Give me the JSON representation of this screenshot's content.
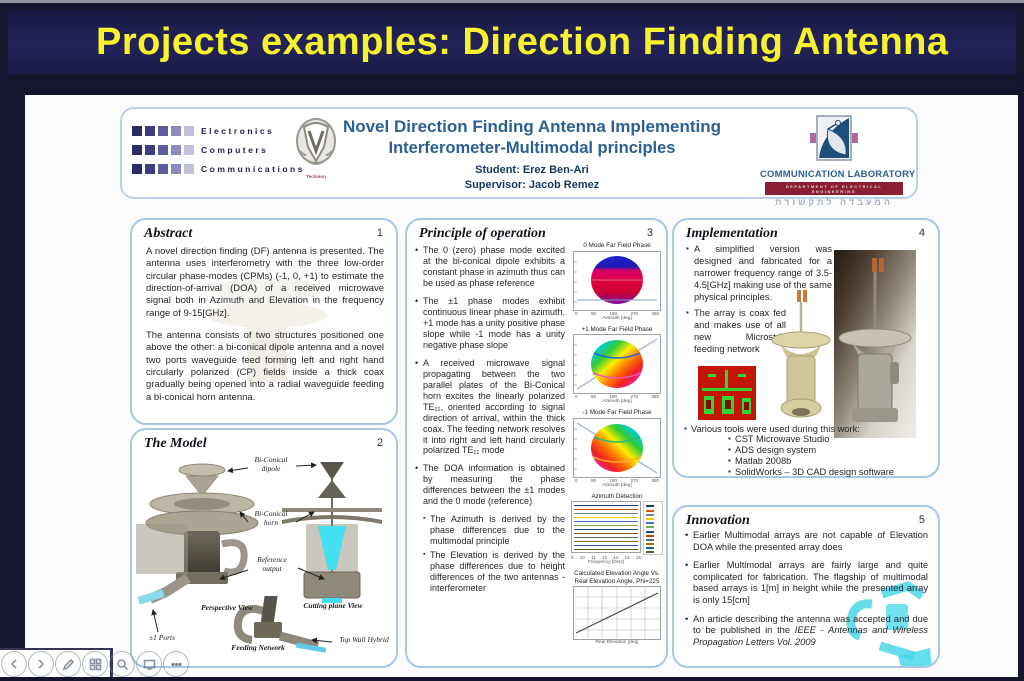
{
  "slide": {
    "title": "Projects examples: Direction Finding Antenna"
  },
  "colors": {
    "band_navy": "#1d1d4e",
    "title_yellow": "#f6f32c",
    "poster_blue": "#2c6094",
    "box_border": "#a9c6e6",
    "cyan_accent": "#41dff0"
  },
  "header": {
    "logo_lines": [
      "Electronics",
      "Computers",
      "Communications"
    ],
    "technion_label": "Technion",
    "title_line1": "Novel Direction Finding Antenna Implementing",
    "title_line2": "Interferometer-Multimodal principles",
    "student": "Student: Erez Ben-Ari",
    "supervisor": "Supervisor: Jacob Remez",
    "lab_name": "COMMUNICATION LABORATORY",
    "lab_dept": "DEPARTMENT OF ELECTRICAL ENGINEERING",
    "lab_hebrew": "המעבדה לתקשורת"
  },
  "abstract": {
    "title": "Abstract",
    "number": "1",
    "para1": "A novel direction finding (DF) antenna is presented. The antenna uses interferometry with the three low-order circular phase-modes (CPMs) (-1, 0, +1) to estimate the direction-of-arrival (DOA) of a received microwave signal both in Azimuth and Elevation in the frequency range of 9-15[GHz].",
    "para2": "The antenna consists of two structures positioned one above the other: a bi-conical dipole antenna and a novel two ports waveguide feed forming left and right hand circularly polarized (CP) fields inside a thick coax gradually being opened into a radial waveguide feeding a bi-conical horn antenna."
  },
  "model": {
    "title": "The Model",
    "number": "2",
    "labels": {
      "dipole": "Bi-Conical dipole",
      "horn": "Bi-Conical horn",
      "reference": "Reference output",
      "perspective": "Perspective View",
      "ports": "±1 Ports",
      "cutting": "Cutting plane View",
      "feeding": "Feeding Network",
      "hybrid": "Top Wall Hybrid"
    }
  },
  "principle": {
    "title": "Principle of operation",
    "number": "3",
    "bullets": [
      "The 0 (zero) phase mode excited at the bi-conical dipole exhibits a constant phase in azimuth thus can be used as phase reference",
      "The ±1 phase modes exhibit continuous linear phase in azimuth. +1 mode has a unity positive phase slope while -1 mode has a unity negative phase slope",
      "A received microwave signal propagating between the two parallel plates of the Bi-Conical horn excites the linearly polarized TE₁₁, oriented according to signal direction of arrival, within the thick coax. The feeding network resolves it into right and left hand circularly polarized TE₁₁ mode",
      "The DOA information is obtained by measuring the phase differences between the ±1 modes and the 0 mode (reference)"
    ],
    "sub_bullets": [
      "The Azimuth is derived by the phase differences due to the multimodal principle",
      "The Elevation is derived by the phase differences due to height differences of the two antennas - interferometer"
    ],
    "plots": {
      "mode0": {
        "type": "3d-phase-surface",
        "title": "0 Mode Far Field Phase",
        "xlabel": "Azimuth [deg]",
        "x_ticks": [
          "0",
          "90",
          "180",
          "270",
          "360"
        ]
      },
      "modeP1": {
        "type": "3d-phase-surface",
        "title": "+1 Mode Far Field Phase",
        "xlabel": "Azimuth [deg]",
        "x_ticks": [
          "0",
          "90",
          "180",
          "270",
          "360"
        ]
      },
      "modeM1": {
        "type": "3d-phase-surface",
        "title": "-1 Mode Far Field Phase",
        "xlabel": "Azimuth [deg]",
        "x_ticks": [
          "0",
          "90",
          "180",
          "270",
          "360"
        ]
      },
      "azimuth": {
        "type": "line",
        "title": "Azimuth Detection",
        "xlabel": "Frequency [GHz]",
        "x_ticks": [
          "9",
          "10",
          "11",
          "12",
          "13",
          "14",
          "15"
        ],
        "line_colors": [
          "#1f3864",
          "#c55a11",
          "#7f7f7f",
          "#ffc000",
          "#4472c4",
          "#70ad47",
          "#264478",
          "#9e480e",
          "#636363",
          "#997300",
          "#255e91",
          "#43682b"
        ]
      },
      "elevation": {
        "type": "line",
        "title": "Calculated Elevation Angle Vs. Real Elevation Angle, Phi=225",
        "xlabel": "Real Elevation [deg]"
      }
    }
  },
  "implementation": {
    "title": "Implementation",
    "number": "4",
    "bullet1": "A simplified version was designed and fabricated for a narrower frequency range of 3.5-4.5[GHz] making use of the same physical principles.",
    "bullet2": "The array is coax fed and makes use of all new Microstrip feeding network",
    "tools_intro": "Various tools were used during this work:",
    "tools": [
      "CST Microwave Studio",
      "ADS design system",
      "Matlab 2008b",
      "SolidWorks – 3D CAD design software"
    ]
  },
  "innovation": {
    "title": "Innovation",
    "number": "5",
    "bullet1": "Earlier Multimodal arrays are not capable of Elevation DOA while the presented array does",
    "bullet2": "Earlier Multimodal arrays are fairly large and quite complicated for fabrication. The flagship of multimodal based arrays is 1[m] in height while the presented array is only 15[cm]",
    "bullet3_plain": "An article describing the antenna was accepted and due to be published in the ",
    "bullet3_italic": "IEEE - Antennas and Wireless Propagation Letters  Vol. 2009"
  },
  "toolbar": {
    "icons": [
      "previous",
      "next",
      "pen",
      "slide-grid",
      "zoom",
      "monitor",
      "more"
    ]
  }
}
